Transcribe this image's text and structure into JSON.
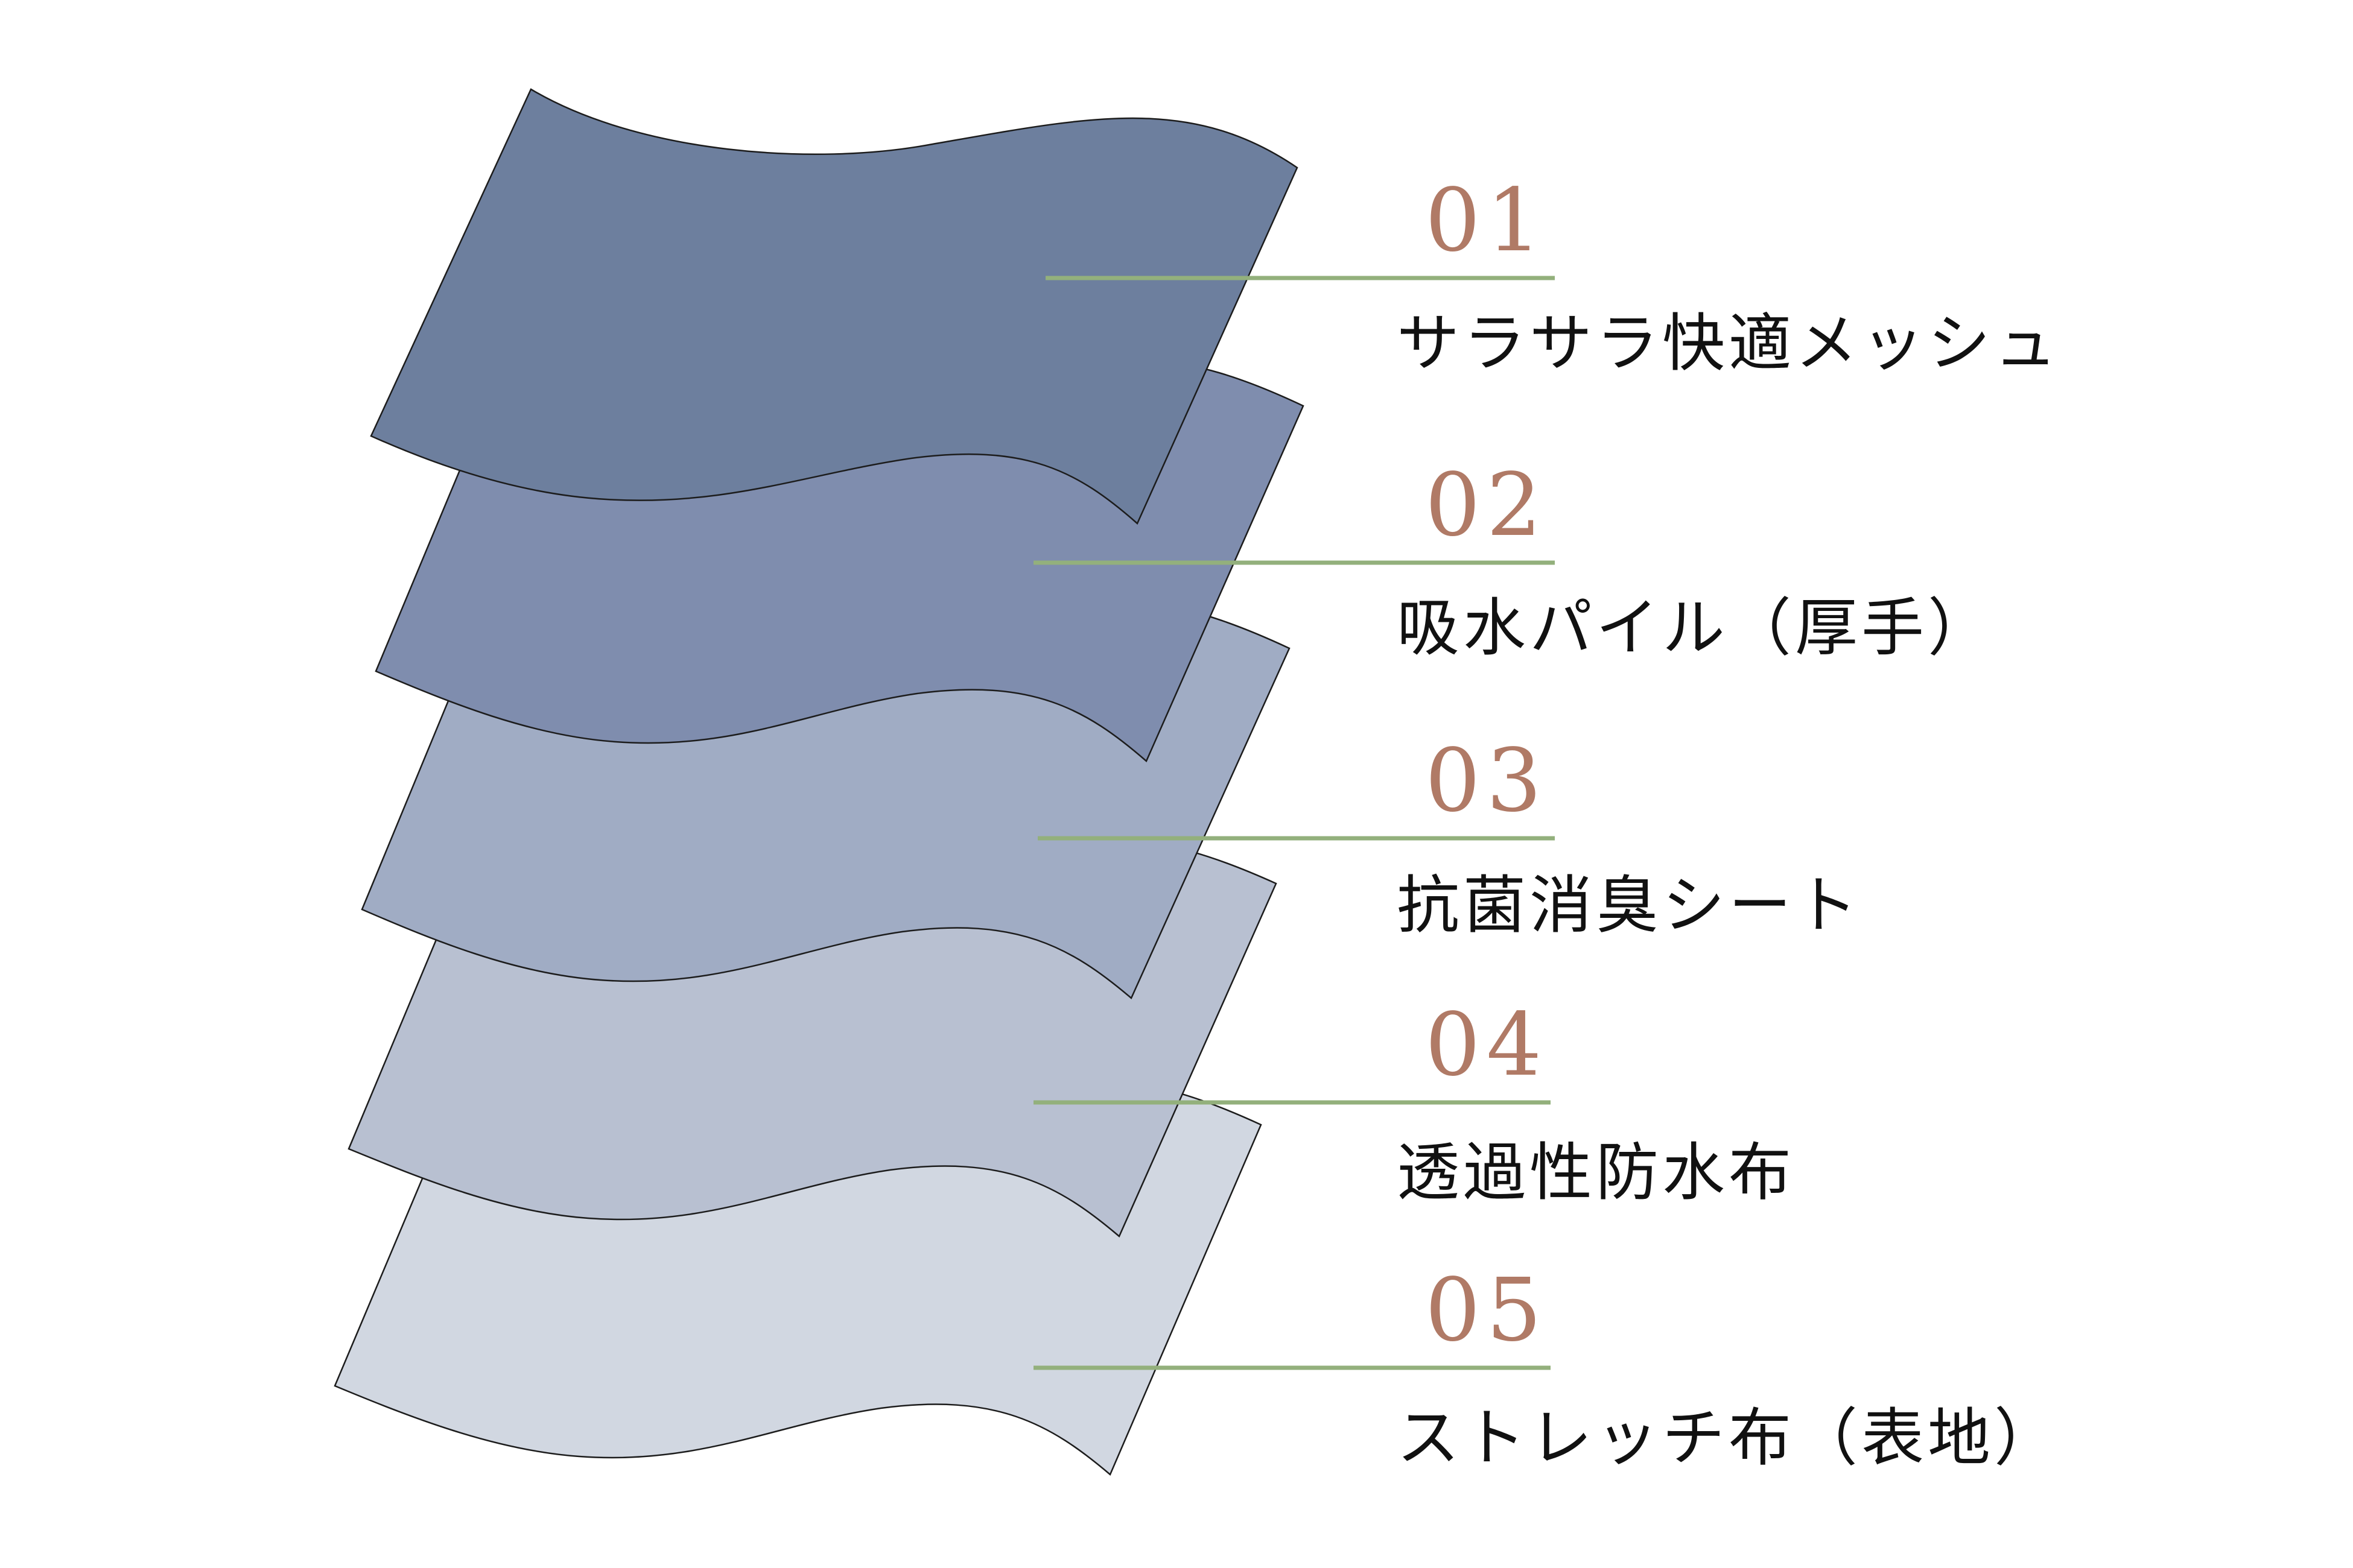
{
  "layers": [
    {
      "number": "01",
      "label": "サラサラ快適メッシュ",
      "fill": "#6d7f9e"
    },
    {
      "number": "02",
      "label": "吸水パイル（厚手）",
      "fill": "#7f8dae"
    },
    {
      "number": "03",
      "label": "抗菌消臭シート",
      "fill": "#a0acc4"
    },
    {
      "number": "04",
      "label": "透過性防水布",
      "fill": "#b8c0d1"
    },
    {
      "number": "05",
      "label": "ストレッチ布（表地）",
      "fill": "#d1d7e1"
    }
  ],
  "accent_colors": {
    "number": "#b07a66",
    "leader_line": "#93b07c",
    "outline": "#1c1c1c"
  }
}
